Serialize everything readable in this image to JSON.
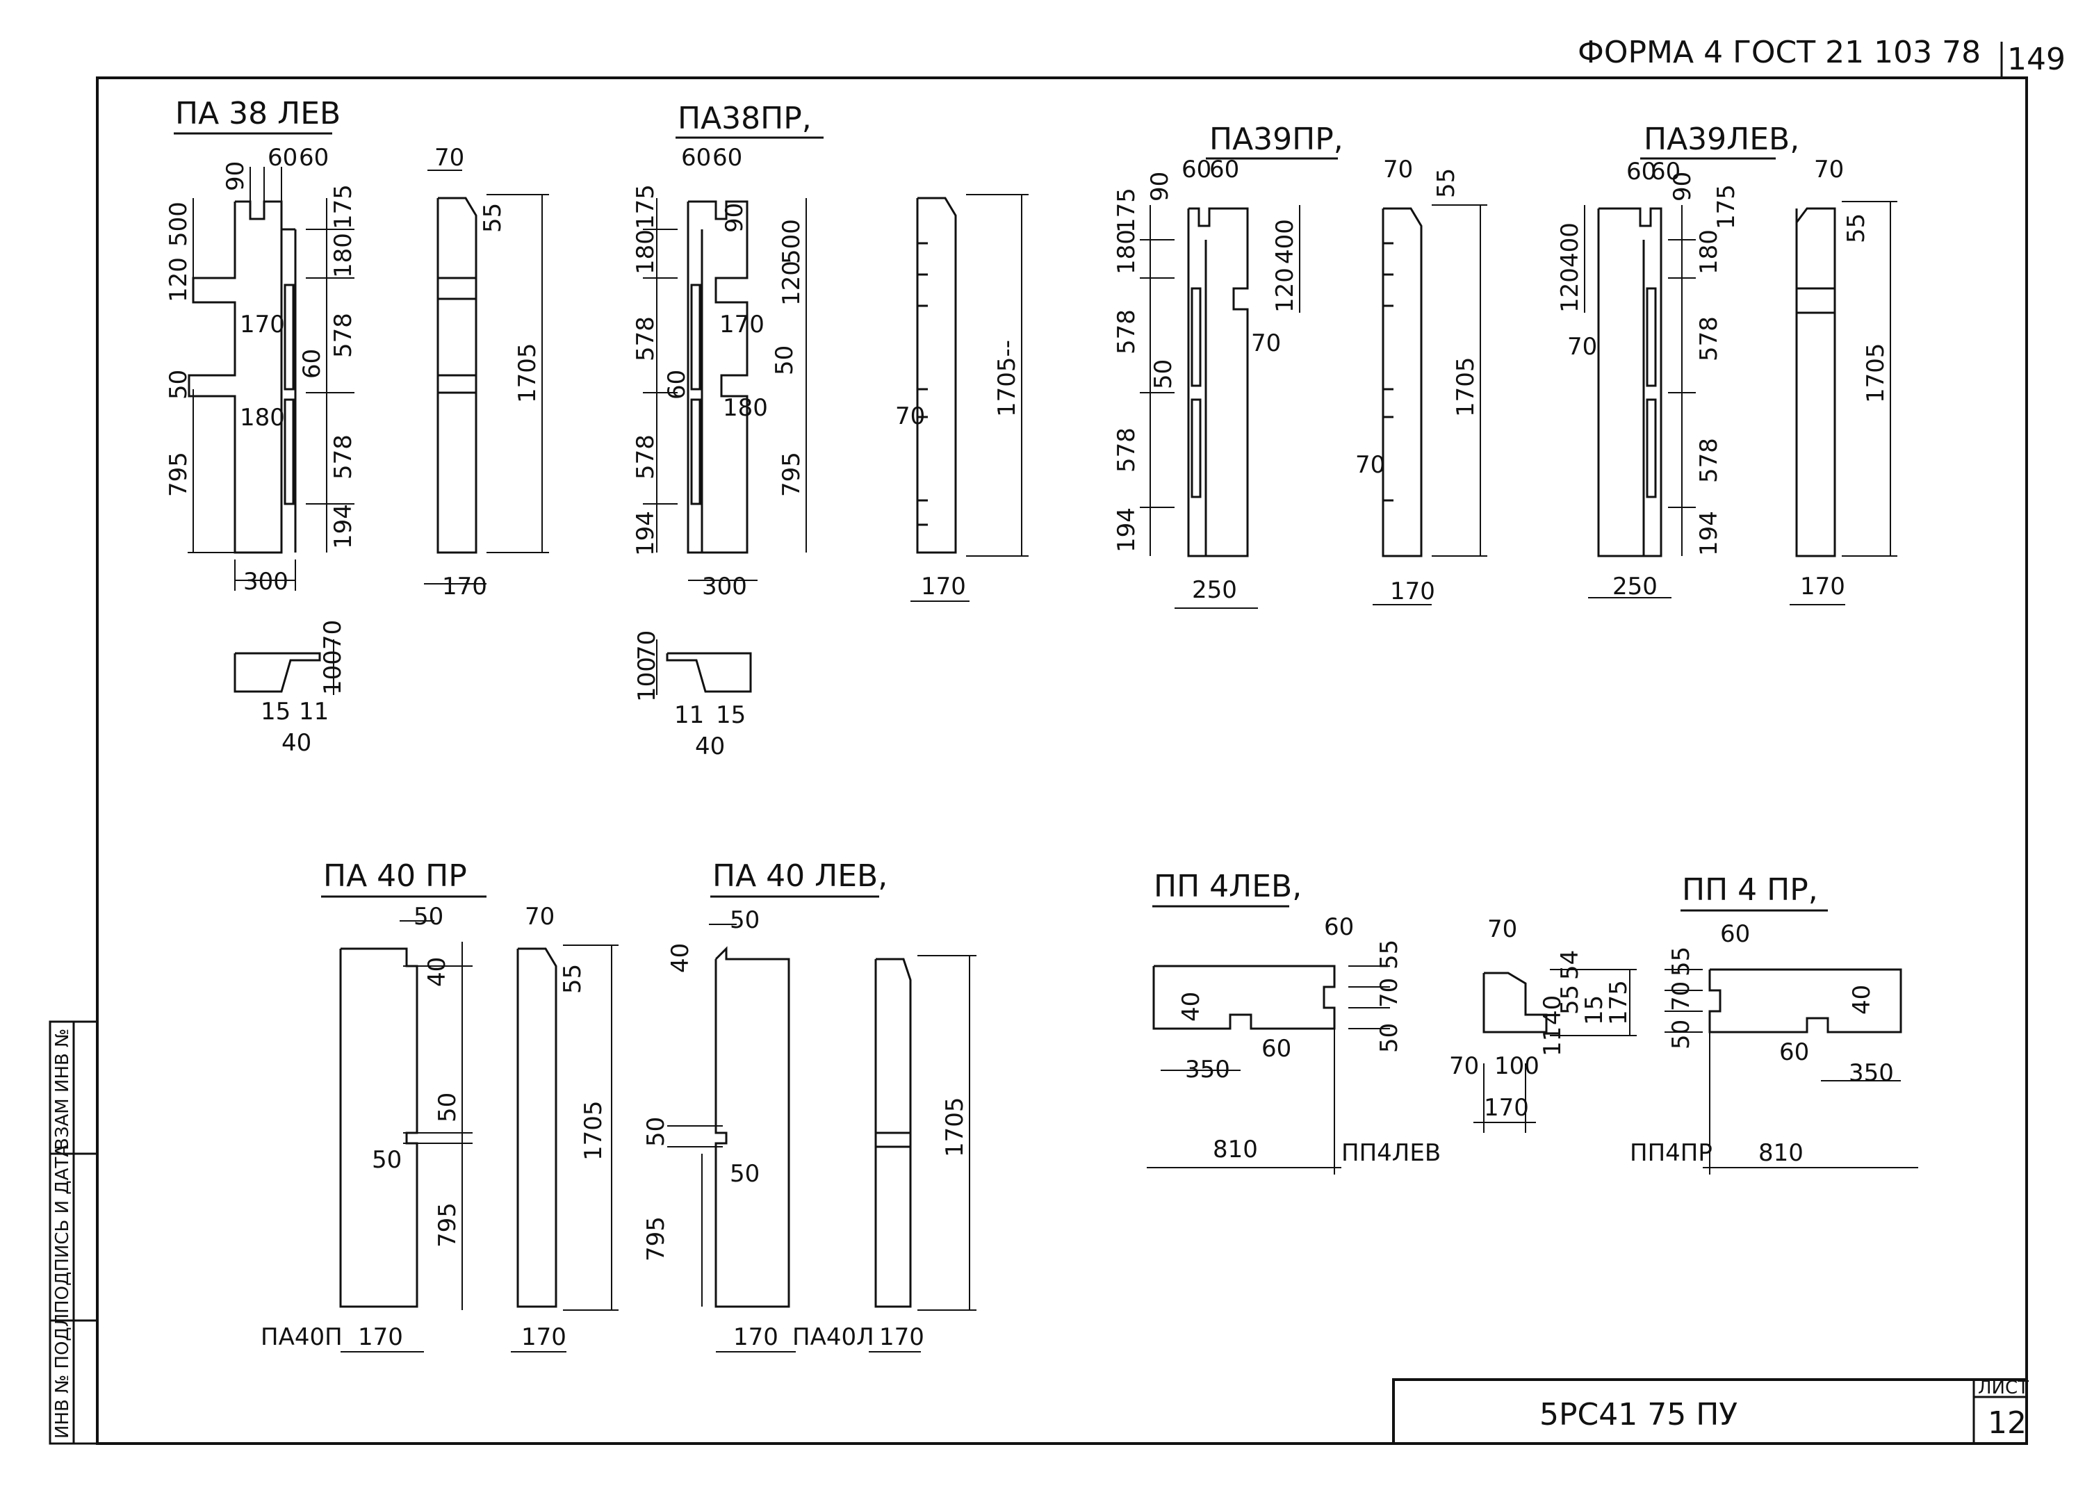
{
  "header": {
    "form": "ФОРМА 4 ГОСТ 21 103 78",
    "page_number": "149"
  },
  "stamp": {
    "code": "5РС41 75 ПУ",
    "sheet_label": "ЛИСТ",
    "sheet_number": "12"
  },
  "side_table": {
    "col1": "ИНВ № ПОДЛ",
    "col2": "ПОДПИСЬ И ДАТА",
    "col3": "ВЗАМ ИНВ №"
  },
  "panels": {
    "pa38lev": {
      "title": "ПА 38 ЛЕВ",
      "d60a": "60",
      "d60b": "60",
      "d90": "90",
      "d500": "500",
      "d120": "120",
      "d175": "175",
      "d180": "180",
      "d578a": "578",
      "d578b": "578",
      "d194": "194",
      "d170": "170",
      "d60": "60",
      "d50": "50",
      "d180b": "180",
      "d795": "795",
      "d300": "300",
      "side_70": "70",
      "side_55": "55",
      "side_1705": "1705",
      "side_170": "170",
      "det_70": "70",
      "det_100": "100",
      "det_15": "15",
      "det_11": "11",
      "det_40": "40"
    },
    "pa38pr": {
      "title": "ПА38ПР,",
      "d60a": "60",
      "d60b": "60",
      "d175": "175",
      "d90": "90",
      "d180": "180",
      "d500": "500",
      "d120": "120",
      "d578a": "578",
      "d170": "170",
      "d60": "60",
      "d50": "50",
      "d180b": "180",
      "d578b": "578",
      "d795": "795",
      "d194": "194",
      "d300": "300",
      "side_70": "70",
      "side_1705": "1705--",
      "side_170": "170",
      "det_70": "70",
      "det_100": "100",
      "det_11": "11",
      "det_15": "15",
      "det_40": "40"
    },
    "pa39pr": {
      "title": "ПА39ПР,",
      "d60a": "60",
      "d60b": "60",
      "d175": "175",
      "d90": "90",
      "d180": "180",
      "d400": "400",
      "d120": "120",
      "d70": "70",
      "d578a": "578",
      "d50": "50",
      "d578b": "578",
      "d194": "194",
      "d250": "250",
      "side_70": "70",
      "side_55": "55",
      "side_70b": "70",
      "side_1705": "1705",
      "side_170": "170"
    },
    "pa39lev": {
      "title": "ПА39ЛЕВ,",
      "d60a": "60",
      "d60b": "60",
      "d90": "90",
      "d175": "175",
      "d400": "400",
      "d180": "180",
      "d120": "120",
      "d70": "70",
      "d578a": "578",
      "d578b": "578",
      "d194": "194",
      "d250": "250",
      "side_70": "70",
      "side_55": "55",
      "side_1705": "1705",
      "side_170": "170"
    },
    "pa40pr": {
      "title": "ПА 40 ПР",
      "d50a": "50",
      "d40": "40",
      "d50b": "50",
      "d50c": "50",
      "d795": "795",
      "mark": "ПА40П",
      "d170": "170",
      "side_70": "70",
      "side_55": "55",
      "side_1705": "1705",
      "side_170": "170"
    },
    "pa40lev": {
      "title": "ПА 40 ЛЕВ,",
      "d50a": "50",
      "d40": "40",
      "d50b": "50",
      "d50c": "50",
      "d795": "795",
      "d170": "170",
      "mark": "ПА40Л",
      "side_1705": "1705",
      "side_170": "170"
    },
    "pp4lev": {
      "title": "ПП 4ЛЕВ,",
      "d60": "60",
      "d55": "55",
      "d70": "70",
      "d50": "50",
      "d40": "40",
      "d60b": "60",
      "d350": "350",
      "d810": "810",
      "mark": "ПП4ЛЕВ"
    },
    "pp4sect": {
      "d70": "70",
      "d54": "54",
      "d55": "55",
      "d40": "40",
      "d11": "11",
      "d15": "15",
      "d175": "175",
      "d70b": "70",
      "d100": "100",
      "d170": "170"
    },
    "pp4pr": {
      "title": "ПП 4 ПР,",
      "d60": "60",
      "d55": "55",
      "d70": "70",
      "d50": "50",
      "d40": "40",
      "d60b": "60",
      "d350": "350",
      "d810": "810",
      "mark": "ПП4ПР"
    }
  }
}
